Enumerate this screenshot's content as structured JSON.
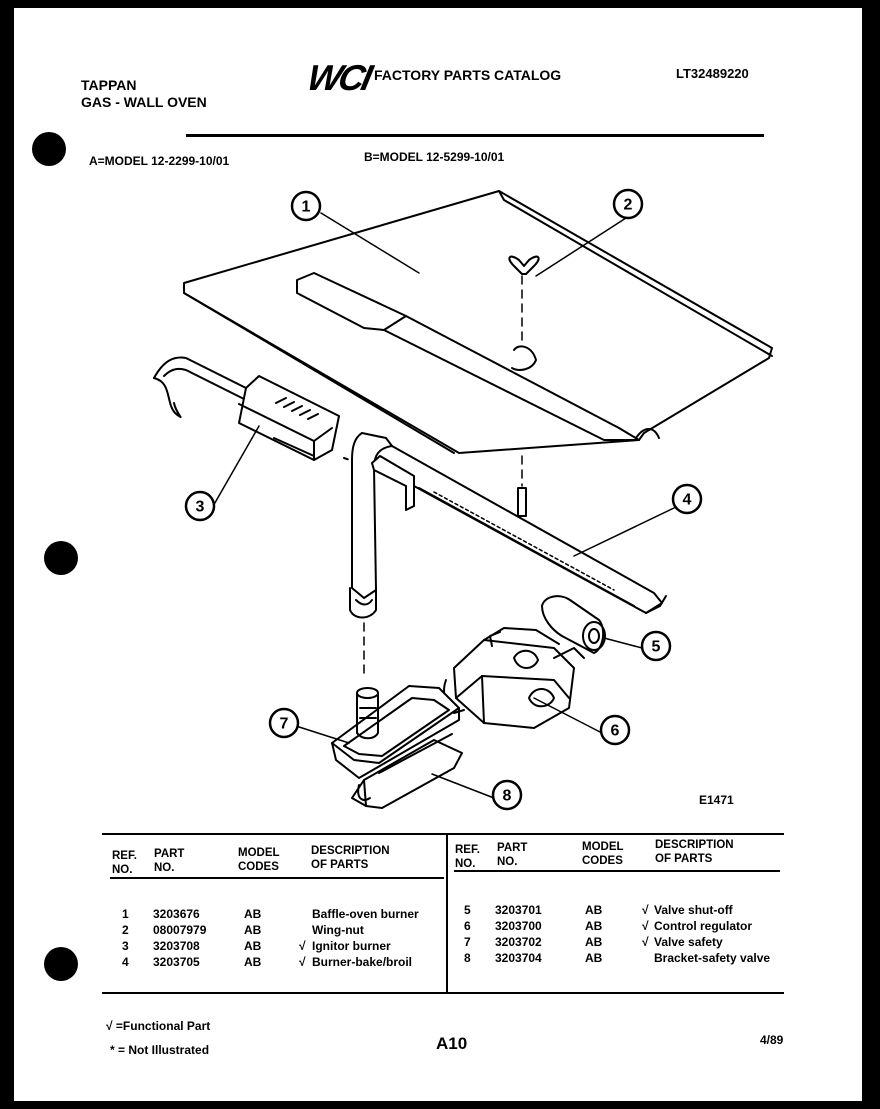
{
  "header": {
    "brand_line1": "TAPPAN",
    "brand_line2": "GAS - WALL OVEN",
    "logo_text": "WCI",
    "catalog_title": "FACTORY PARTS CATALOG",
    "catalog_number": "LT32489220",
    "model_a": "A=MODEL 12-2299-10/01",
    "model_b": "B=MODEL 12-5299-10/01"
  },
  "diagram": {
    "figure_code": "E1471",
    "callouts": [
      "1",
      "2",
      "3",
      "4",
      "5",
      "6",
      "7",
      "8"
    ]
  },
  "table": {
    "headers": {
      "ref": "REF.\nNO.",
      "part": "PART\nNO.",
      "model": "MODEL\nCODES",
      "desc": "DESCRIPTION\nOF PARTS"
    },
    "left_rows": [
      {
        "ref": "1",
        "part": "3203676",
        "codes": "AB",
        "flag": "",
        "desc": "Baffle-oven burner"
      },
      {
        "ref": "2",
        "part": "08007979",
        "codes": "AB",
        "flag": "",
        "desc": "Wing-nut"
      },
      {
        "ref": "3",
        "part": "3203708",
        "codes": "AB",
        "flag": "√",
        "desc": "Ignitor burner"
      },
      {
        "ref": "4",
        "part": "3203705",
        "codes": "AB",
        "flag": "√",
        "desc": "Burner-bake/broil"
      }
    ],
    "right_rows": [
      {
        "ref": "5",
        "part": "3203701",
        "codes": "AB",
        "flag": "√",
        "desc": "Valve shut-off"
      },
      {
        "ref": "6",
        "part": "3203700",
        "codes": "AB",
        "flag": "√",
        "desc": "Control regulator"
      },
      {
        "ref": "7",
        "part": "3203702",
        "codes": "AB",
        "flag": "√",
        "desc": "Valve safety"
      },
      {
        "ref": "8",
        "part": "3203704",
        "codes": "AB",
        "flag": "",
        "desc": "Bracket-safety valve"
      }
    ]
  },
  "footer": {
    "legend_functional": "√ =Functional Part",
    "legend_not_illustrated": "* = Not Illustrated",
    "page_number": "A10",
    "date": "4/89"
  }
}
